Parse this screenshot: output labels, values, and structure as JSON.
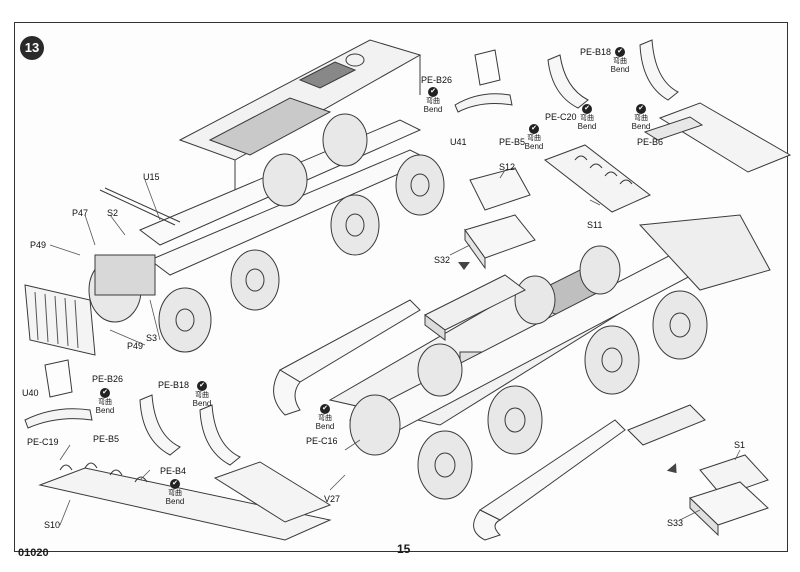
{
  "step": {
    "number": "13"
  },
  "footer": {
    "code": "01020",
    "page": "15"
  },
  "bend": {
    "cn": "弯曲",
    "en": "Bend"
  },
  "labels": {
    "pe_b26_top": "PE-B26",
    "u41": "U41",
    "pe_b5_top": "PE-B5",
    "pe_b18_top": "PE-B18",
    "pe_c20": "PE-C20",
    "pe_b6": "PE-B6",
    "s11": "S11",
    "s12": "S12",
    "s32": "S32",
    "u15": "U15",
    "p47": "P47",
    "s2": "S2",
    "p49_a": "P49",
    "p49_b": "P49",
    "s3": "S3",
    "u40": "U40",
    "pe_b26_bottom": "PE-B26",
    "pe_b5_bottom": "PE-B5",
    "pe_c19": "PE-C19",
    "pe_b18_bottom": "PE-B18",
    "pe_b4": "PE-B4",
    "s10": "S10",
    "pe_c16": "PE-C16",
    "v27": "V27",
    "s1": "S1",
    "s33": "S33"
  }
}
